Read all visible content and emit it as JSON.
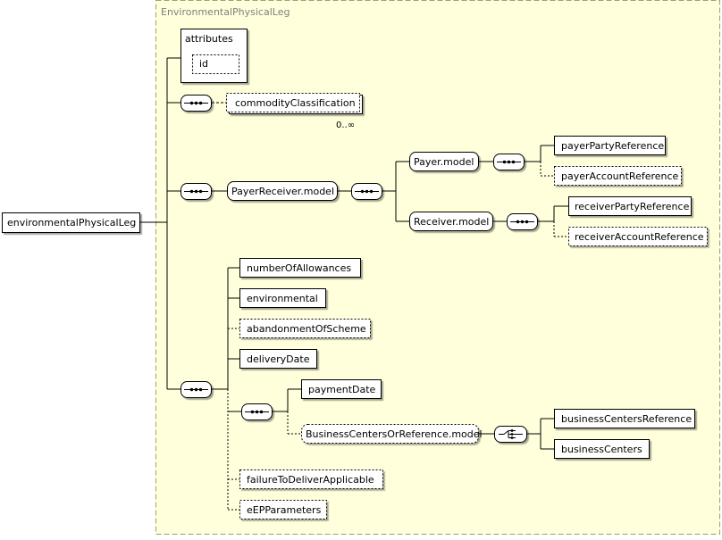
{
  "group_title": "EnvironmentalPhysicalLeg",
  "root": {
    "label": "environmentalPhysicalLeg"
  },
  "attributes": {
    "title": "attributes",
    "items": [
      "id"
    ]
  },
  "nodes": {
    "commodityClassification": {
      "label": "commodityClassification",
      "optional": true,
      "cardinality": "0..∞"
    },
    "payerReceiverModel": {
      "label": "PayerReceiver.model"
    },
    "payerModel": {
      "label": "Payer.model"
    },
    "receiverModel": {
      "label": "Receiver.model"
    },
    "payerPartyReference": {
      "label": "payerPartyReference"
    },
    "payerAccountReference": {
      "label": "payerAccountReference",
      "optional": true
    },
    "receiverPartyReference": {
      "label": "receiverPartyReference"
    },
    "receiverAccountReference": {
      "label": "receiverAccountReference",
      "optional": true
    },
    "numberOfAllowances": {
      "label": "numberOfAllowances"
    },
    "environmental": {
      "label": "environmental"
    },
    "abandonmentOfScheme": {
      "label": "abandonmentOfScheme",
      "optional": true
    },
    "deliveryDate": {
      "label": "deliveryDate"
    },
    "paymentDate": {
      "label": "paymentDate"
    },
    "businessCentersOrReferenceModel": {
      "label": "BusinessCentersOrReference.model",
      "optional": true
    },
    "businessCentersReference": {
      "label": "businessCentersReference"
    },
    "businessCenters": {
      "label": "businessCenters"
    },
    "failureToDeliverApplicable": {
      "label": "failureToDeliverApplicable",
      "optional": true
    },
    "ePParameters": {
      "label": "eEPParameters",
      "optional": true
    }
  },
  "colors": {
    "group_border": "#a0a070",
    "group_fill": "#ffffdc",
    "line": "#000000",
    "title": "#808080"
  }
}
